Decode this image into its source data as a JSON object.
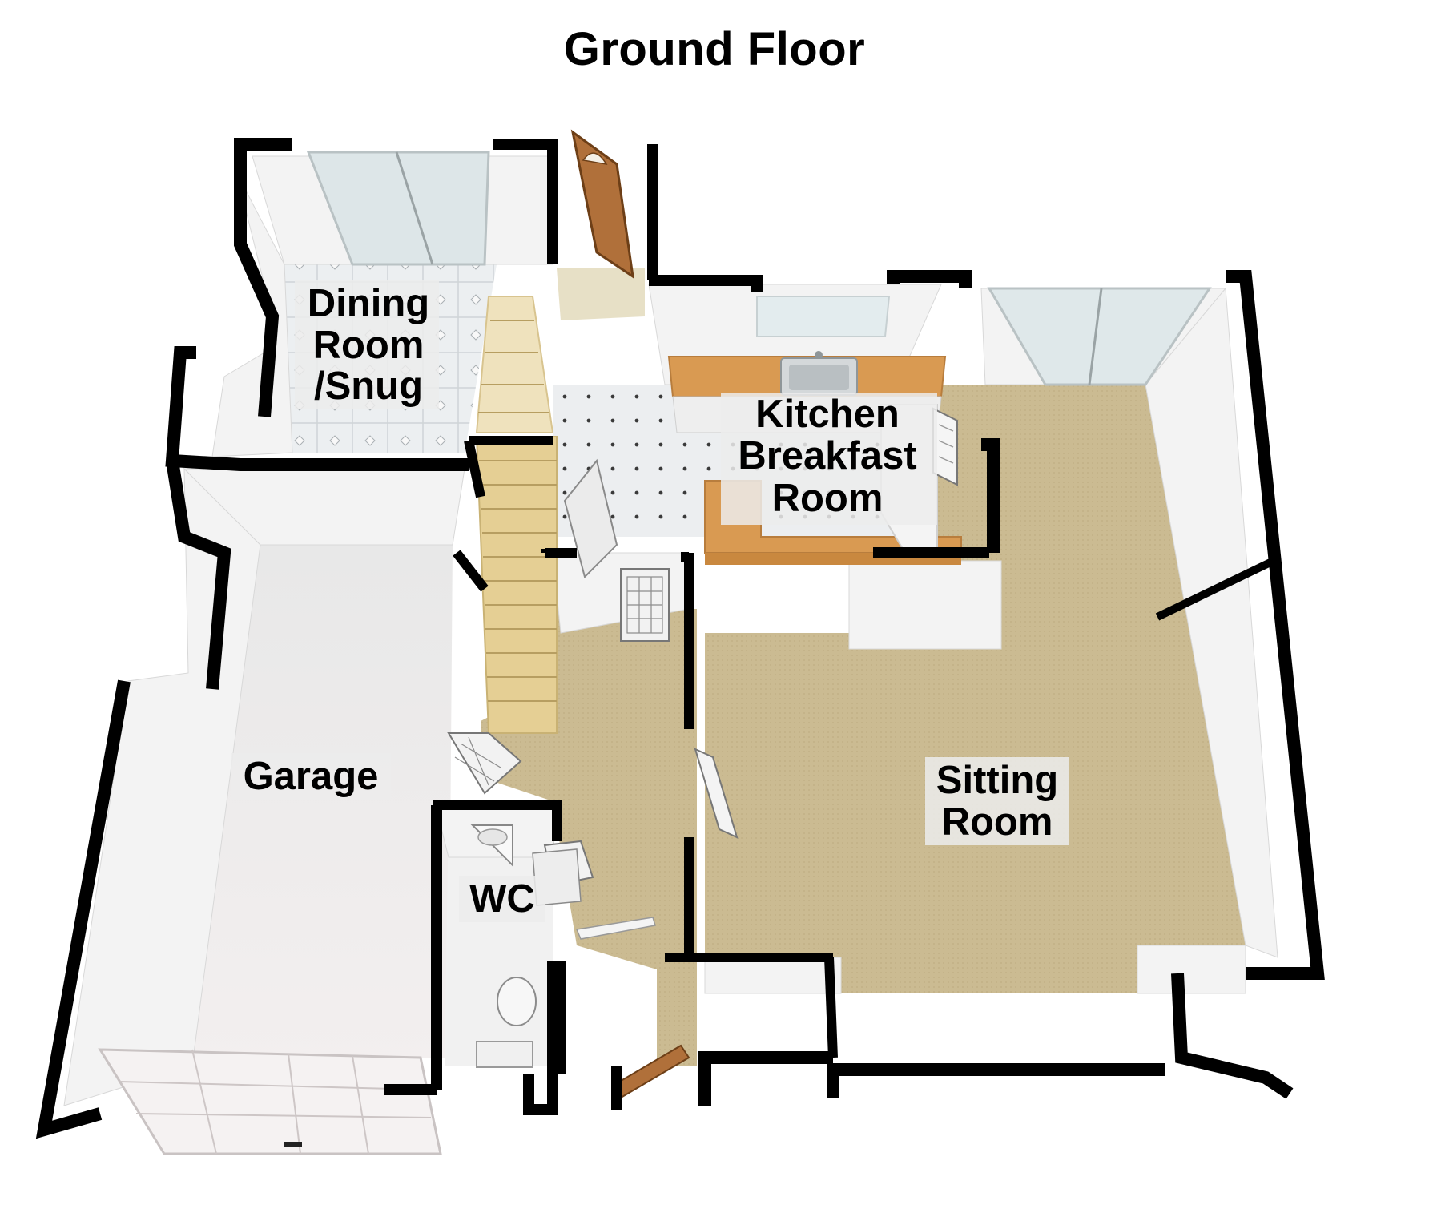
{
  "title": "Ground Floor",
  "colors": {
    "wall": "#000000",
    "wall_face": "#f2f2f2",
    "carpet": "#c9b98f",
    "tile": "#e9ecee",
    "garage_floor": "#e4e4e4",
    "stairs": "#e3cc92",
    "worktop": "#d99a52",
    "door": "#b0703a",
    "glass": "#dfe8ea"
  },
  "rooms": {
    "dining": {
      "line1": "Dining",
      "line2": "Room",
      "line3": "/Snug"
    },
    "kitchen": {
      "line1": "Kitchen",
      "line2": "Breakfast",
      "line3": "Room"
    },
    "sitting": {
      "line1": "Sitting",
      "line2": "Room"
    },
    "garage": {
      "line1": "Garage"
    },
    "wc": {
      "line1": "WC"
    }
  }
}
